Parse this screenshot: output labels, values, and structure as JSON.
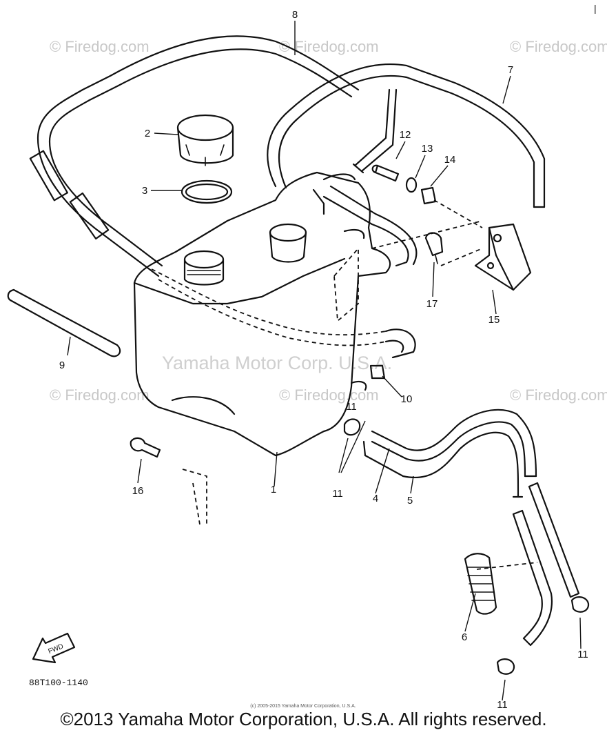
{
  "diagram": {
    "part_labels": [
      "1",
      "2",
      "3",
      "4",
      "5",
      "6",
      "7",
      "8",
      "9",
      "10",
      "11",
      "11",
      "11",
      "11",
      "12",
      "13",
      "14",
      "15",
      "16",
      "17"
    ],
    "diagram_code": "88T100-1140",
    "front_arrow_label": "FWD",
    "watermark": "© Firedog.com",
    "center_watermark": "Yamaha Motor Corp. U.S.A.",
    "small_copyright": "(c) 2005-2015 Yamaha Motor Corporation, U.S.A.",
    "footer_copyright": "©2013 Yamaha Motor Corporation, U.S.A. All rights reserved.",
    "edge_mark": "|"
  }
}
